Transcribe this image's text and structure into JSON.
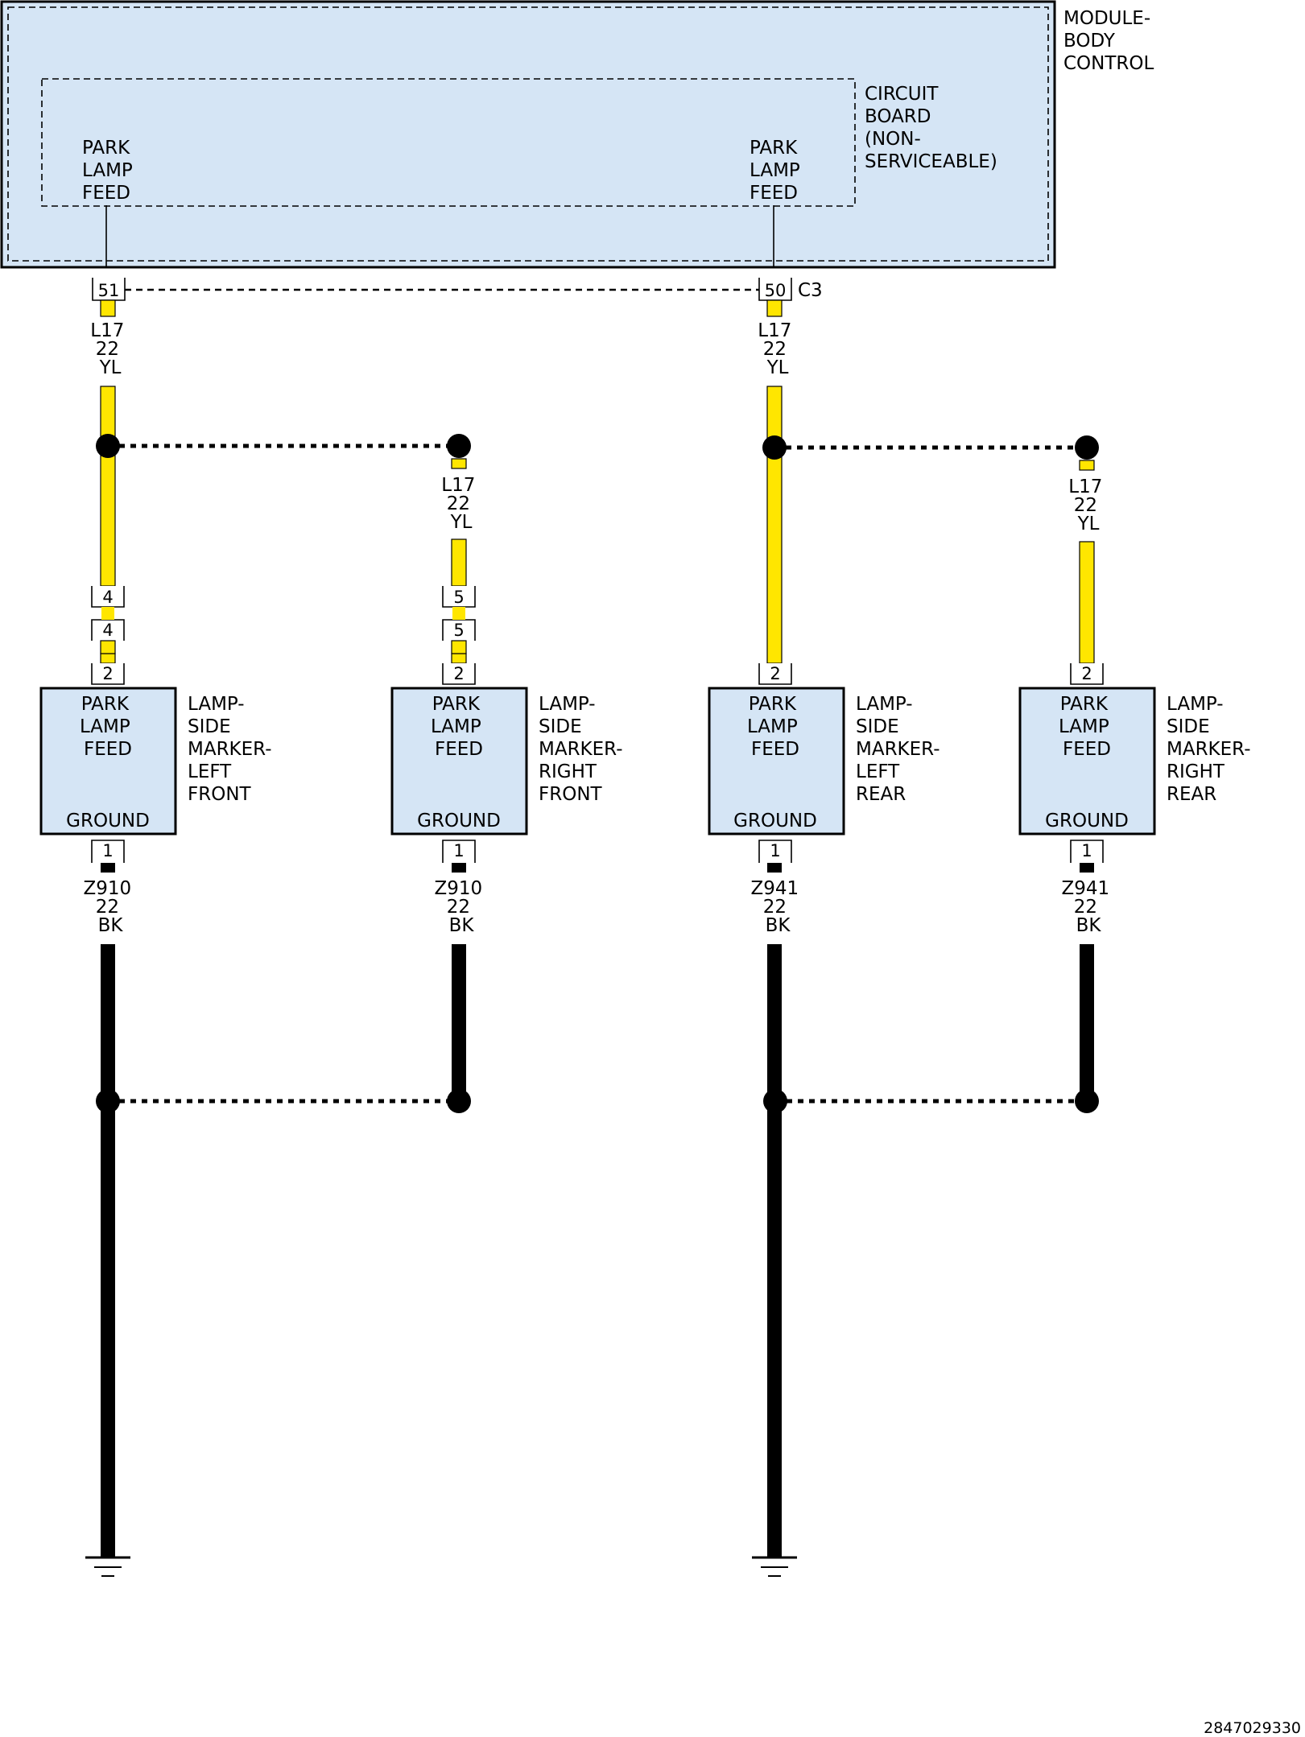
{
  "colors": {
    "module_fill": "#d5e5f5",
    "lamp_fill": "#d5e5f5",
    "wire_yellow": "#ffe600",
    "wire_black": "#000000"
  },
  "module": {
    "name_lines": [
      "MODULE-",
      "BODY",
      "CONTROL"
    ],
    "board_lines": [
      "CIRCUIT",
      "BOARD",
      "(NON-",
      "SERVICEABLE)"
    ],
    "feeds": [
      {
        "label_lines": [
          "PARK",
          "LAMP",
          "FEED"
        ],
        "pin": "51"
      },
      {
        "label_lines": [
          "PARK",
          "LAMP",
          "FEED"
        ],
        "pin": "50"
      }
    ],
    "connector_name": "C3"
  },
  "feed_wire_labels": [
    {
      "lines": [
        "L17",
        "22",
        "YL"
      ]
    },
    {
      "lines": [
        "L17",
        "22",
        "YL"
      ]
    },
    {
      "lines": [
        "L17",
        "22",
        "YL"
      ]
    },
    {
      "lines": [
        "L17",
        "22",
        "YL"
      ]
    }
  ],
  "inline_connector_pins": [
    {
      "upper": "4",
      "lower": "4"
    },
    {
      "upper": "5",
      "lower": "5"
    }
  ],
  "lamps": [
    {
      "box_lines": [
        "PARK",
        "LAMP",
        "FEED"
      ],
      "ground_label": "GROUND",
      "name_lines": [
        "LAMP-",
        "SIDE",
        "MARKER-",
        "LEFT",
        "FRONT"
      ],
      "feed_pin": "2",
      "ground_pin": "1",
      "ground_wire": [
        "Z910",
        "22",
        "BK"
      ]
    },
    {
      "box_lines": [
        "PARK",
        "LAMP",
        "FEED"
      ],
      "ground_label": "GROUND",
      "name_lines": [
        "LAMP-",
        "SIDE",
        "MARKER-",
        "RIGHT",
        "FRONT"
      ],
      "feed_pin": "2",
      "ground_pin": "1",
      "ground_wire": [
        "Z910",
        "22",
        "BK"
      ]
    },
    {
      "box_lines": [
        "PARK",
        "LAMP",
        "FEED"
      ],
      "ground_label": "GROUND",
      "name_lines": [
        "LAMP-",
        "SIDE",
        "MARKER-",
        "LEFT",
        "REAR"
      ],
      "feed_pin": "2",
      "ground_pin": "1",
      "ground_wire": [
        "Z941",
        "22",
        "BK"
      ]
    },
    {
      "box_lines": [
        "PARK",
        "LAMP",
        "FEED"
      ],
      "ground_label": "GROUND",
      "name_lines": [
        "LAMP-",
        "SIDE",
        "MARKER-",
        "RIGHT",
        "REAR"
      ],
      "feed_pin": "2",
      "ground_pin": "1",
      "ground_wire": [
        "Z941",
        "22",
        "BK"
      ]
    }
  ],
  "footer_id": "2847029330"
}
